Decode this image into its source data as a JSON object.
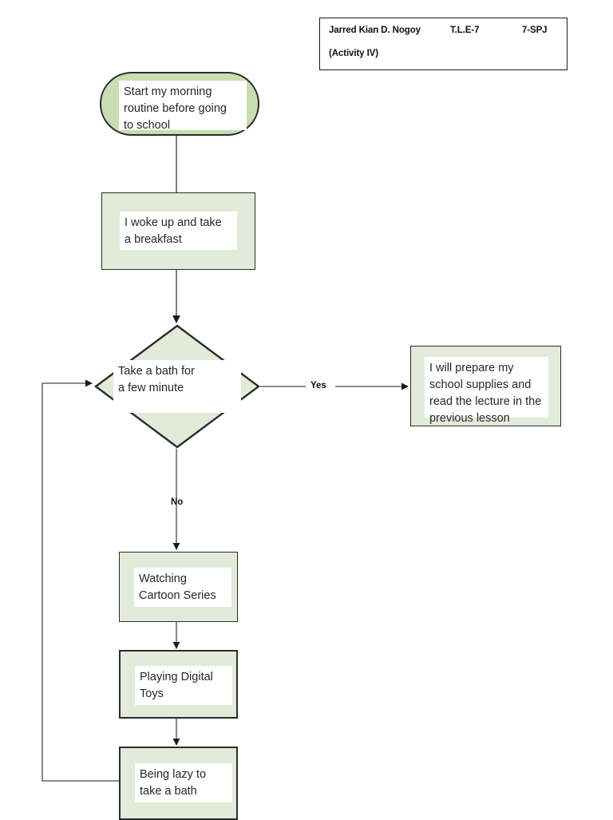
{
  "header": {
    "name": "Jarred Kian D. Nogoy",
    "subject": "T.L.E-7",
    "section": "7-SPJ",
    "activity": "(Activity IV)"
  },
  "flowchart": {
    "title": "Morning routine flowchart",
    "nodes": {
      "start": {
        "type": "terminator",
        "text": "Start my morning\nroutine before going\nto school"
      },
      "wake": {
        "type": "process",
        "text": "I woke up and take\na breakfast"
      },
      "decision": {
        "type": "decision",
        "text": "Take a bath for\na few minute"
      },
      "prepare": {
        "type": "process",
        "text": "I will prepare my\nschool supplies and\nread the lecture in the\nprevious lesson"
      },
      "watching": {
        "type": "process",
        "text": "Watching\nCartoon Series"
      },
      "playing": {
        "type": "process",
        "text": "Playing  Digital\nToys"
      },
      "lazy": {
        "type": "process",
        "text": "Being lazy to\ntake a bath"
      }
    },
    "edge_labels": {
      "yes": "Yes",
      "no": "No"
    }
  },
  "colors": {
    "terminator_fill": "#c7ddb2",
    "process_fill": "#e1ebd8",
    "decision_fill": "#e1ebd8",
    "plate_fill": "#ffffff",
    "stroke": "#2b2b2b",
    "text": "#262626",
    "page_background": "#ffffff"
  }
}
